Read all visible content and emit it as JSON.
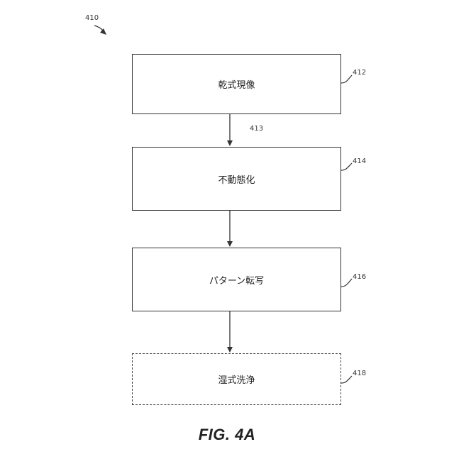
{
  "diagram": {
    "figure_ref": "410",
    "caption": "FIG. 4A",
    "steps": [
      {
        "ref": "412",
        "label": "乾式現像",
        "style": "solid"
      },
      {
        "ref": "414",
        "label": "不動態化",
        "style": "solid"
      },
      {
        "ref": "416",
        "label": "パターン転写",
        "style": "solid"
      },
      {
        "ref": "418",
        "label": "湿式洗浄",
        "style": "dashed"
      }
    ],
    "arrow_refs": [
      "413"
    ]
  }
}
